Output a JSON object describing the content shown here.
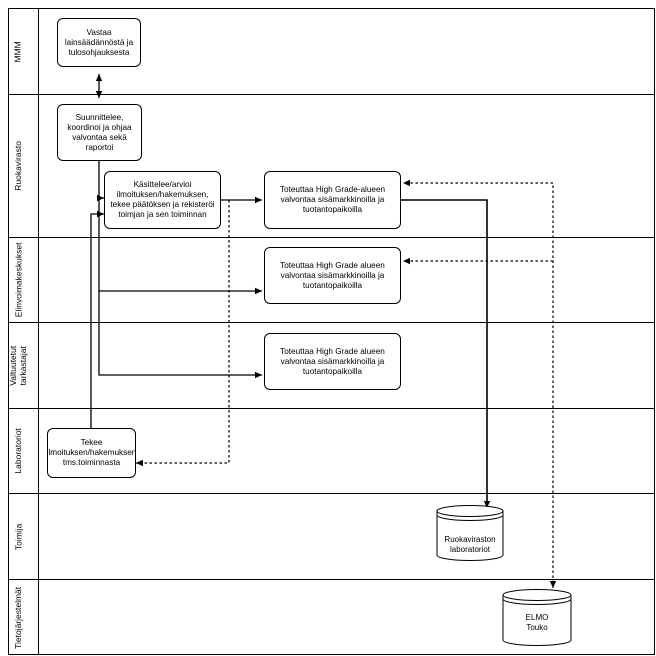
{
  "lanes": [
    {
      "label": "MMM"
    },
    {
      "label": "Ruokavirasto"
    },
    {
      "label": "Elinvoimakeskukset"
    },
    {
      "label": "Valtuutetut\ntarkastajat"
    },
    {
      "label": "Laboratoriot"
    },
    {
      "label": "Toimija"
    },
    {
      "label": "Tietojärjestelmät"
    }
  ],
  "boxes": {
    "mmm": "Vastaa lainsäädännöstä ja tulosohjauksesta",
    "ruoka_plan": "Suunnittelee, koordinoi ja ohjaa valvontaa sekä raportoi",
    "ruoka_handle": "Käsittelee/arvioi ilmoituksen/hakemuksen, tekee päätöksen ja rekisteröi toimjan ja sen toiminnan",
    "ruoka_exec": "Toteuttaa High Grade-alueen valvontaa sisämarkkinoilla ja tuotantopaikoilla",
    "elinvoima_exec": "Toteuttaa High Grade alueen valvontaa sisämarkkinoilla ja tuotantopaikoilla",
    "valtuutetut_exec": "Toteuttaa High Grade alueen valvontaa sisämarkkinoilla ja tuotantopaikoilla",
    "lab_notice": "Tekee ilmoituksen/hakemuksen tms.toiminnasta"
  },
  "databases": {
    "labs": "Ruokaviraston\nlaboratoriot",
    "systems": "ELMO\nTouko"
  }
}
